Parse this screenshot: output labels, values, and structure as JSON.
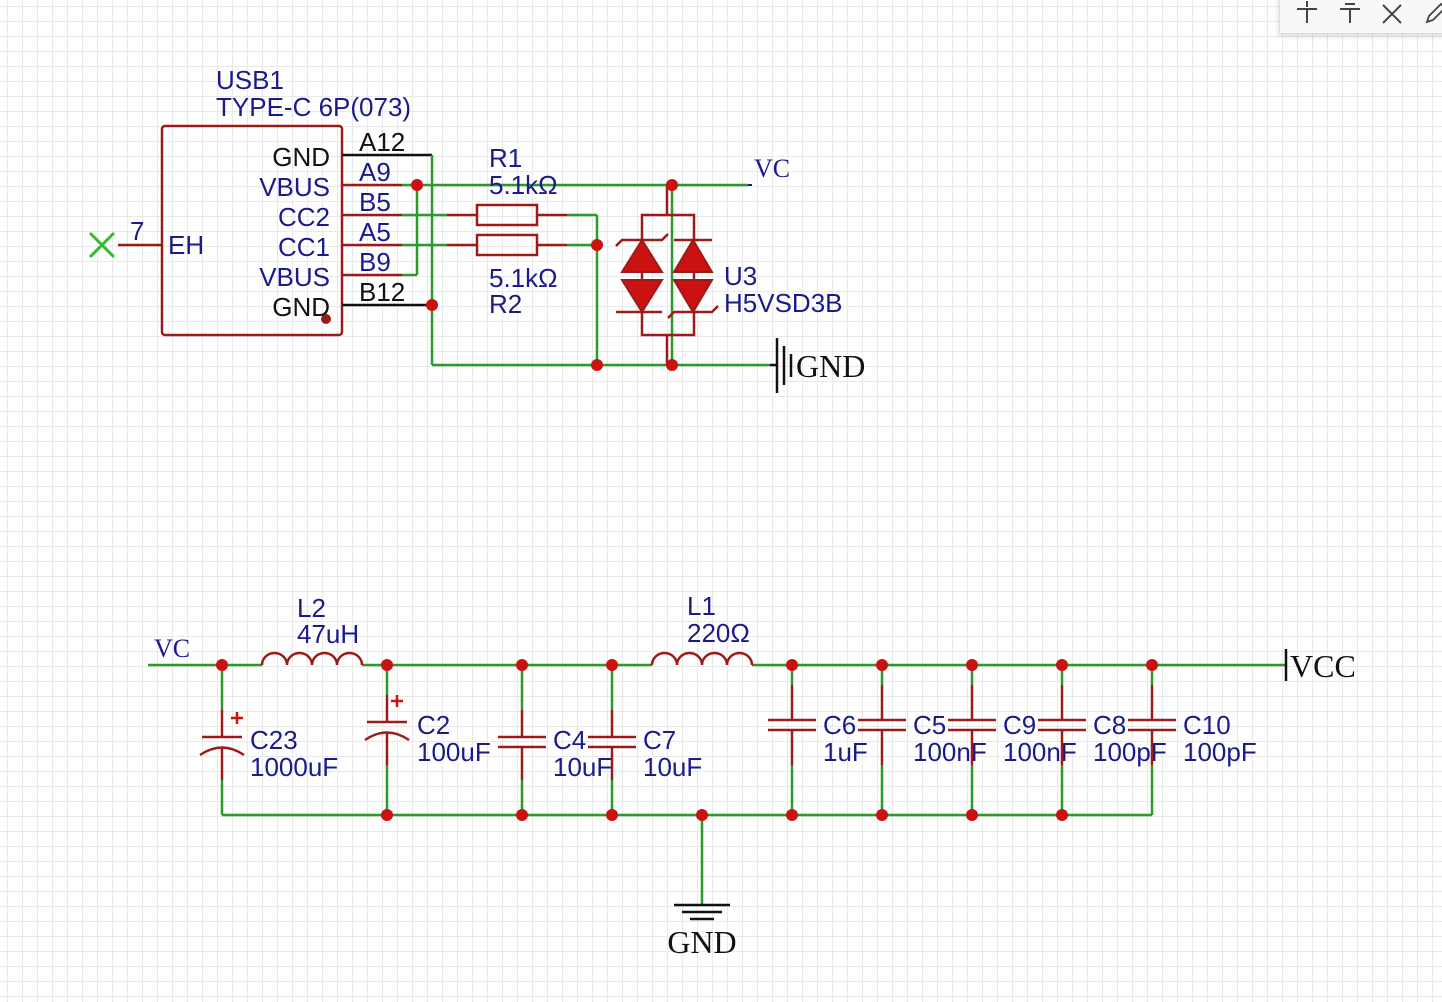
{
  "toolbar": {
    "buttons": [
      {
        "icon": "align-top-icon"
      },
      {
        "icon": "align-middle-icon"
      },
      {
        "icon": "close-icon"
      },
      {
        "icon": "pen-icon"
      }
    ]
  },
  "usb": {
    "designator": "USB1",
    "value": "TYPE-C 6P(073)",
    "left_pin": {
      "number": "7",
      "name": "EH"
    },
    "pin_names": [
      "GND",
      "VBUS",
      "CC2",
      "CC1",
      "VBUS",
      "GND"
    ],
    "pin_numbers": [
      "A12",
      "A9",
      "B5",
      "A5",
      "B9",
      "B12"
    ]
  },
  "r1": {
    "designator": "R1",
    "value": "5.1kΩ"
  },
  "r2": {
    "designator": "R2",
    "value": "5.1kΩ"
  },
  "u3": {
    "designator": "U3",
    "value": "H5VSD3B"
  },
  "nets": {
    "vc_top": "VC",
    "gnd_top": "GND",
    "vc_bottom": "VC",
    "vcc": "VCC",
    "gnd_bottom": "GND"
  },
  "l2": {
    "designator": "L2",
    "value": "47uH"
  },
  "l1": {
    "designator": "L1",
    "value": "220Ω"
  },
  "caps": [
    {
      "designator": "C23",
      "value": "1000uF"
    },
    {
      "designator": "C2",
      "value": "100uF"
    },
    {
      "designator": "C4",
      "value": "10uF"
    },
    {
      "designator": "C7",
      "value": "10uF"
    },
    {
      "designator": "C6",
      "value": "1uF"
    },
    {
      "designator": "C5",
      "value": "100nF"
    },
    {
      "designator": "C9",
      "value": "100nF"
    },
    {
      "designator": "C8",
      "value": "100pF"
    },
    {
      "designator": "C10",
      "value": "100pF"
    }
  ],
  "colors": {
    "wire": "#2a9a2a",
    "component": "#9b1a1a",
    "label": "#1a1a8c",
    "junction": "#cc1111",
    "noconnect": "#33bb33"
  }
}
